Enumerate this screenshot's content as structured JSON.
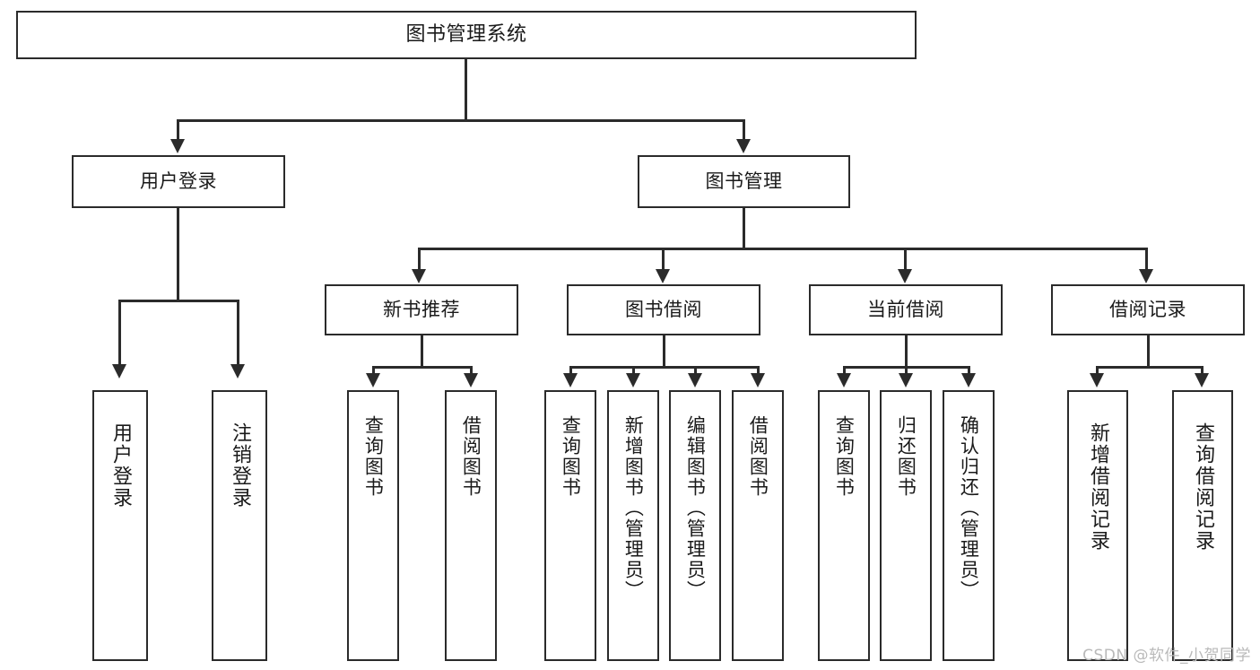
{
  "diagram": {
    "type": "tree-hierarchy",
    "root": {
      "label": "图书管理系统"
    },
    "level2": [
      {
        "label": "用户登录"
      },
      {
        "label": "图书管理"
      }
    ],
    "level3": [
      {
        "label": "新书推荐"
      },
      {
        "label": "图书借阅"
      },
      {
        "label": "当前借阅"
      },
      {
        "label": "借阅记录"
      }
    ],
    "leaves": {
      "user_login": [
        {
          "label": "用户登录"
        },
        {
          "label": "注销登录"
        }
      ],
      "new_book_recommend": [
        {
          "label": "查询图书"
        },
        {
          "label": "借阅图书"
        }
      ],
      "book_borrow": [
        {
          "label": "查询图书"
        },
        {
          "label": "新增图书（管理员）"
        },
        {
          "label": "编辑图书（管理员）"
        },
        {
          "label": "借阅图书"
        }
      ],
      "current_borrow": [
        {
          "label": "查询图书"
        },
        {
          "label": "归还图书"
        },
        {
          "label": "确认归还（管理员）"
        }
      ],
      "borrow_record": [
        {
          "label": "新增借阅记录"
        },
        {
          "label": "查询借阅记录"
        }
      ]
    }
  },
  "watermark": {
    "text": "CSDN @软件_小贺同学"
  },
  "colors": {
    "stroke": "#2b2b2b",
    "fill": "#ffffff",
    "text": "#1a1a1a",
    "watermark": "#b9b9b9"
  }
}
